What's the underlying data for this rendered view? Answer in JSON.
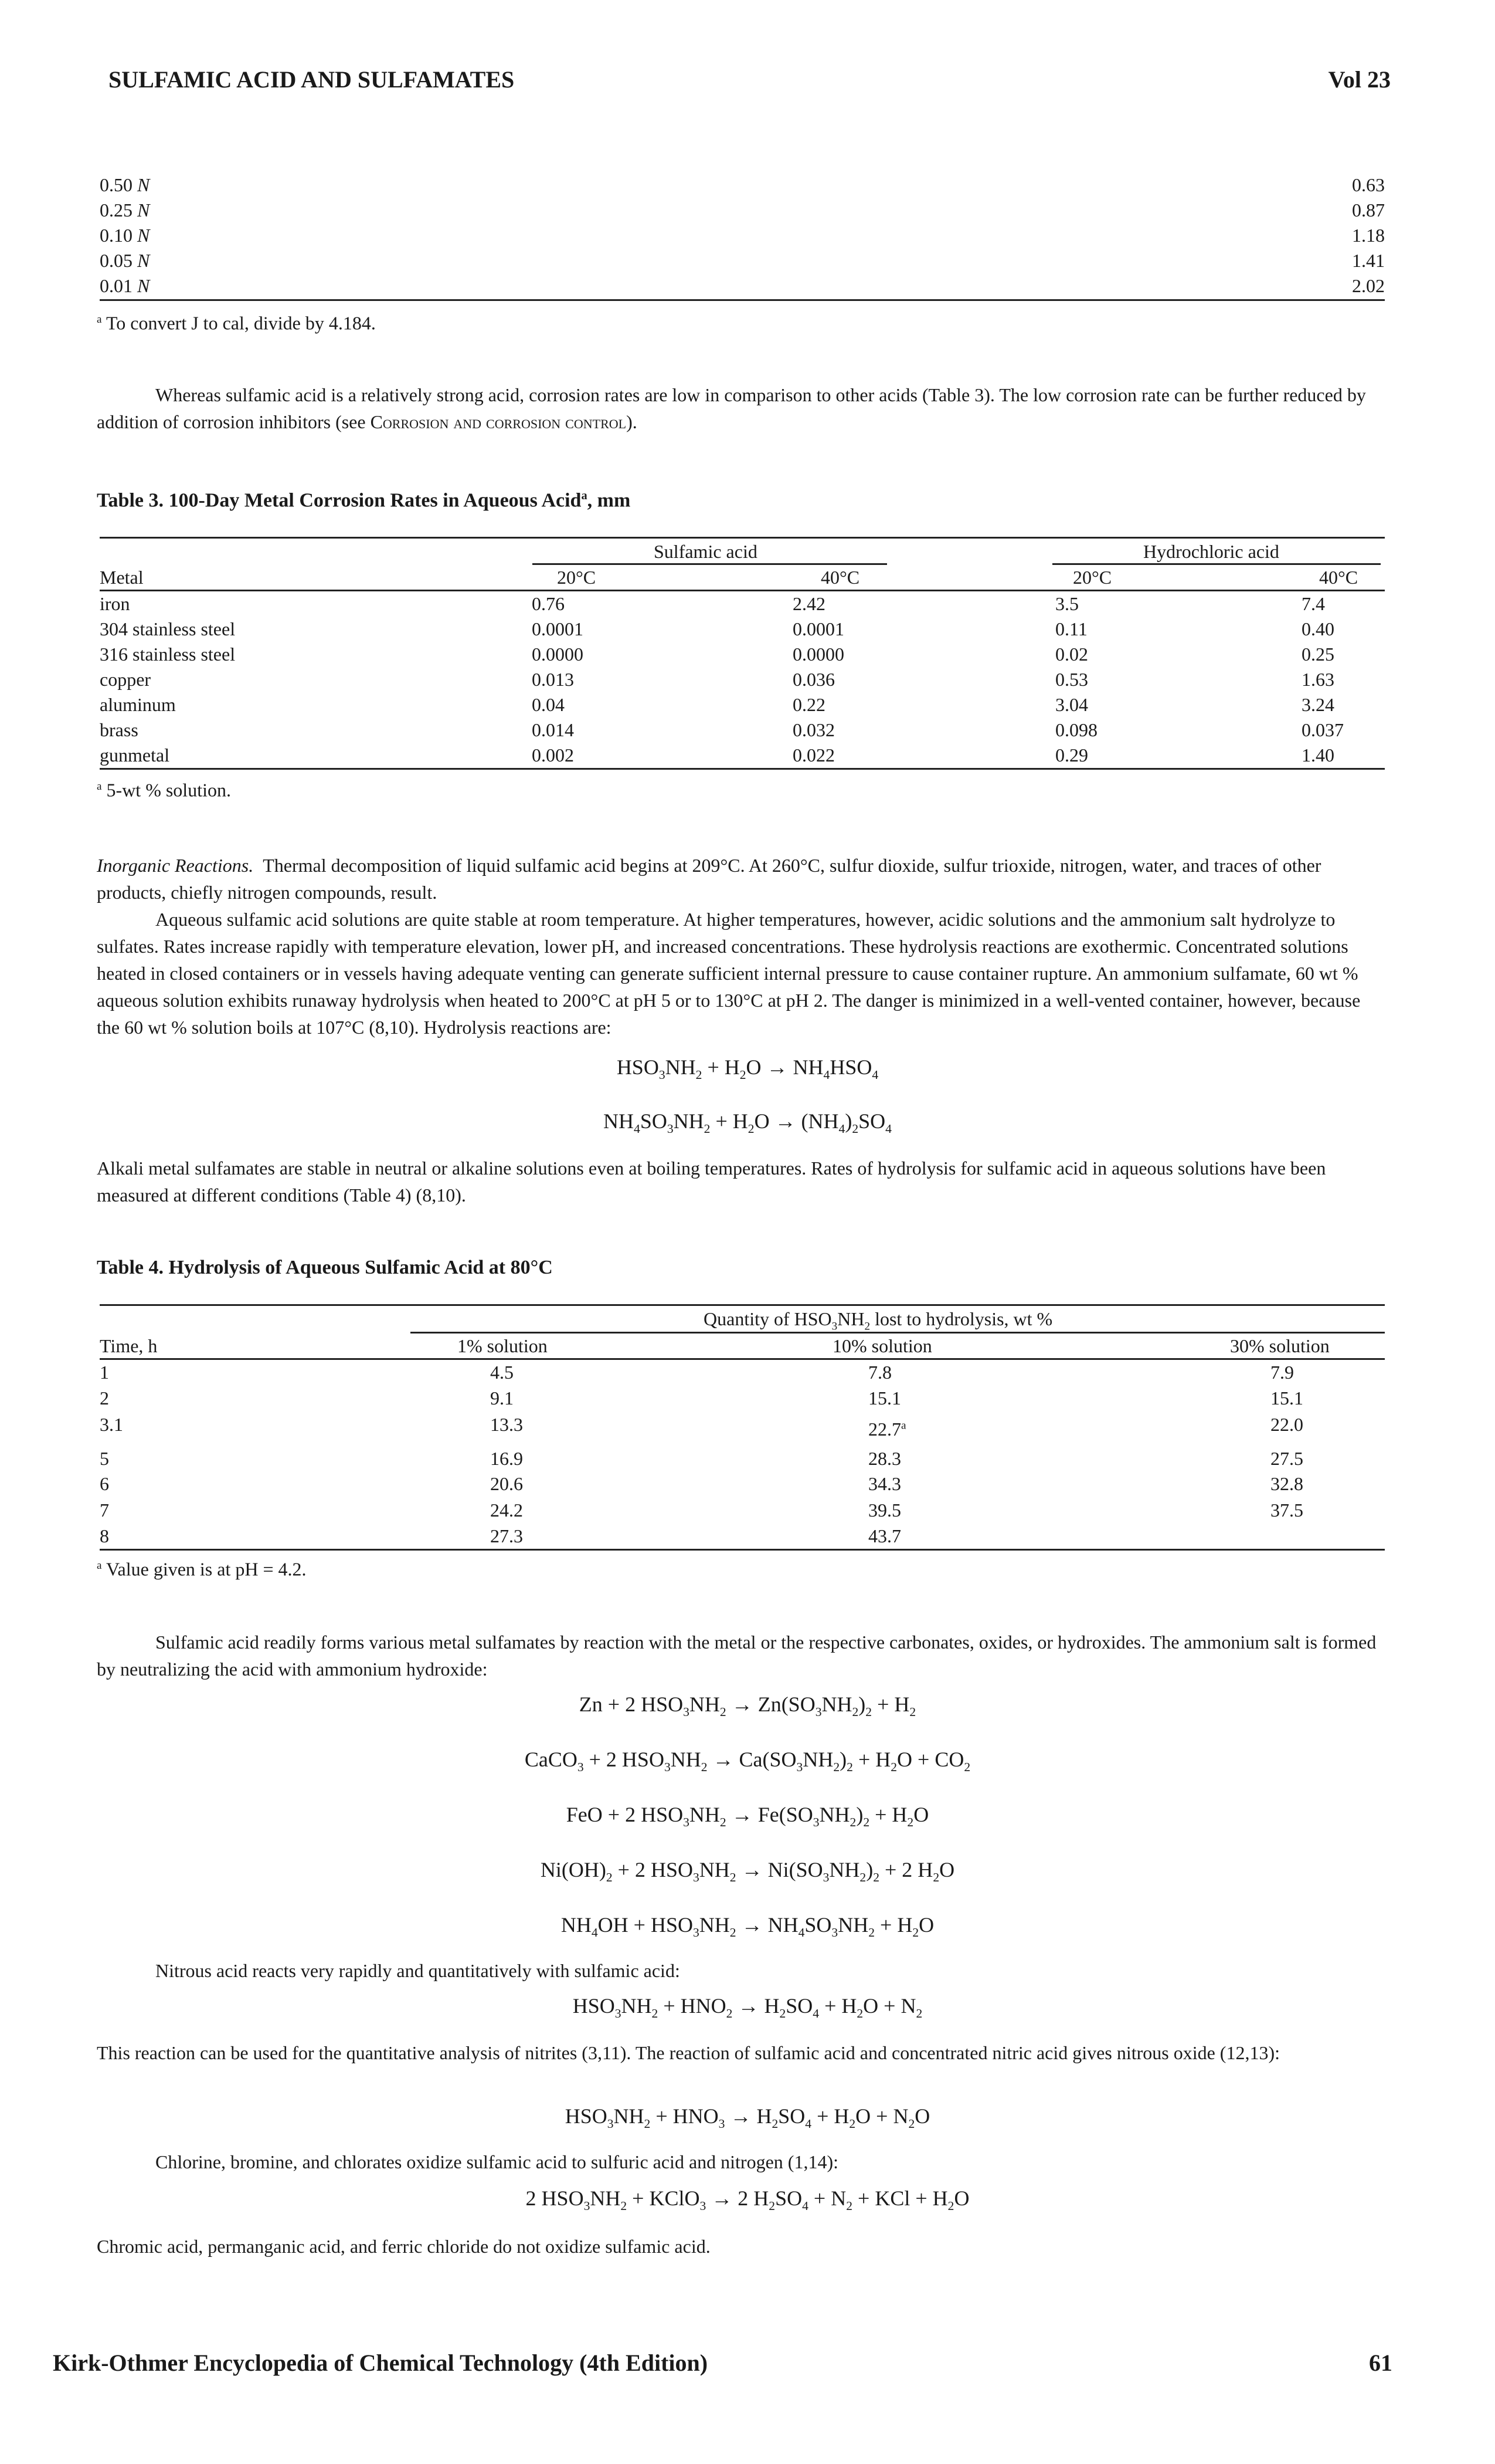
{
  "header": {
    "title": "SULFAMIC ACID AND SULFAMATES",
    "volume": "Vol 23"
  },
  "table_prev": {
    "rows": [
      {
        "label": "0.50",
        "unit": "N",
        "value": "0.63"
      },
      {
        "label": "0.25",
        "unit": "N",
        "value": "0.87"
      },
      {
        "label": "0.10",
        "unit": "N",
        "value": "1.18"
      },
      {
        "label": "0.05",
        "unit": "N",
        "value": "1.41"
      },
      {
        "label": "0.01",
        "unit": "N",
        "value": "2.02"
      }
    ],
    "footnote_mark": "a",
    "footnote": "To convert J to cal, divide by 4.184."
  },
  "para1": {
    "text": "Whereas sulfamic acid is a relatively strong acid, corrosion rates are low in comparison to other acids (Table 3). The low corrosion rate can be further reduced by addition of corrosion inhibitors (see ",
    "xref": "Corrosion and corrosion control",
    "tail": ")."
  },
  "table3": {
    "caption": "Table 3. 100-Day Metal Corrosion Rates in Aqueous Acid",
    "caption_mark": "a",
    "caption_tail": ", mm",
    "group1": "Sulfamic acid",
    "group2": "Hydrochloric acid",
    "col_metal": "Metal",
    "col_20": "20°C",
    "col_40": "40°C",
    "rows": [
      {
        "metal": "iron",
        "s20": "0.76",
        "s40": "2.42",
        "h20": "3.5",
        "h40": "7.4"
      },
      {
        "metal": "304 stainless steel",
        "s20": "0.0001",
        "s40": "0.0001",
        "h20": "0.11",
        "h40": "0.40"
      },
      {
        "metal": "316 stainless steel",
        "s20": "0.0000",
        "s40": "0.0000",
        "h20": "0.02",
        "h40": "0.25"
      },
      {
        "metal": "copper",
        "s20": "0.013",
        "s40": "0.036",
        "h20": "0.53",
        "h40": "1.63"
      },
      {
        "metal": "aluminum",
        "s20": "0.04",
        "s40": "0.22",
        "h20": "3.04",
        "h40": "3.24"
      },
      {
        "metal": "brass",
        "s20": "0.014",
        "s40": "0.032",
        "h20": "0.098",
        "h40": "0.037"
      },
      {
        "metal": "gunmetal",
        "s20": "0.002",
        "s40": "0.022",
        "h20": "0.29",
        "h40": "1.40"
      }
    ],
    "footnote_mark": "a",
    "footnote": "5-wt % solution."
  },
  "inorganic": {
    "heading": "Inorganic Reactions.",
    "p1": "Thermal decomposition of liquid sulfamic acid begins at 209°C. At 260°C, sulfur dioxide, sulfur trioxide, nitrogen, water, and traces of other products, chiefly nitrogen compounds, result.",
    "p2": "Aqueous sulfamic acid solutions are quite stable at room temperature. At higher temperatures, however, acidic solutions and the ammonium salt hydrolyze to sulfates. Rates increase rapidly with temperature elevation, lower pH, and increased concentrations. These hydrolysis reactions are exothermic. Concentrated solutions heated in closed containers or in vessels having adequate venting can generate sufficient internal pressure to cause container rupture. An ammonium sulfamate, 60 wt % aqueous solution exhibits runaway hydrolysis when heated to 200°C at pH 5 or to 130°C at pH 2. The danger is minimized in a well-vented container, however, because the 60 wt % solution boils at 107°C (8,10). Hydrolysis reactions are:",
    "p3": "Alkali metal sulfamates are stable in neutral or alkaline solutions even at boiling temperatures. Rates of hydrolysis for sulfamic acid in aqueous solutions have been measured at different conditions (Table 4) (8,10)."
  },
  "table4": {
    "caption": "Table 4. Hydrolysis of Aqueous Sulfamic Acid at 80°C",
    "group_pre": "Quantity of HSO",
    "group_post": " lost to hydrolysis, wt %",
    "col_time": "Time, h",
    "col_1": "1% solution",
    "col_10": "10% solution",
    "col_30": "30% solution",
    "rows": [
      {
        "t": "1",
        "a": "4.5",
        "b": "7.8",
        "bmark": "",
        "c": "7.9"
      },
      {
        "t": "2",
        "a": "9.1",
        "b": "15.1",
        "bmark": "",
        "c": "15.1"
      },
      {
        "t": "3.1",
        "a": "13.3",
        "b": "22.7",
        "bmark": "a",
        "c": "22.0"
      },
      {
        "t": "5",
        "a": "16.9",
        "b": "28.3",
        "bmark": "",
        "c": "27.5"
      },
      {
        "t": "6",
        "a": "20.6",
        "b": "34.3",
        "bmark": "",
        "c": "32.8"
      },
      {
        "t": "7",
        "a": "24.2",
        "b": "39.5",
        "bmark": "",
        "c": "37.5"
      },
      {
        "t": "8",
        "a": "27.3",
        "b": "43.7",
        "bmark": "",
        "c": ""
      }
    ],
    "footnote_mark": "a",
    "footnote": "Value given is at pH = 4.2."
  },
  "metal_salts": {
    "p1": "Sulfamic acid readily forms various metal sulfamates by reaction with the metal or the respective carbonates, oxides, or hydroxides. The ammonium salt is formed by neutralizing the acid with ammonium hydroxide:",
    "nitrous_intro": "Nitrous acid reacts very rapidly and quantitatively with sulfamic acid:",
    "nitrite_text": "This reaction can be used for the quantitative analysis of nitrites (3,11). The reaction of sulfamic acid and concentrated nitric acid gives nitrous oxide (12,13):",
    "chlorine_intro": "Chlorine, bromine, and chlorates oxidize sulfamic acid to sulfuric acid and nitrogen (1,14):",
    "final": "Chromic acid, permanganic acid, and ferric chloride do not oxidize sulfamic acid."
  },
  "footer": {
    "source": "Kirk-Othmer Encyclopedia of Chemical Technology (4th Edition)",
    "page": "61"
  }
}
